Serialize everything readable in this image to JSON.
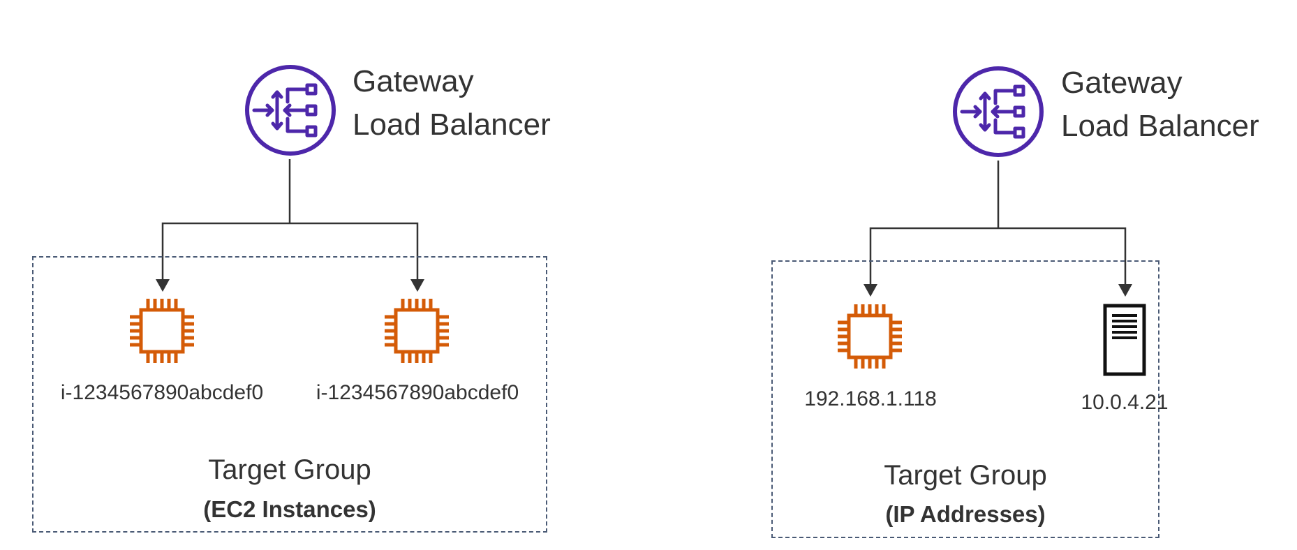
{
  "colors": {
    "load_balancer_icon": "#4d27aa",
    "ec2_icon": "#d45b07",
    "server_icon": "#111111",
    "box_border": "#4a5a75",
    "line": "#333333",
    "text": "#333333"
  },
  "diagrams": [
    {
      "load_balancer": {
        "line1": "Gateway",
        "line2": "Load Balancer",
        "icon": "gateway-load-balancer-icon"
      },
      "target_group": {
        "title": "Target Group",
        "subtitle": "(EC2 Instances)"
      },
      "targets": [
        {
          "icon": "ec2-instance-icon",
          "label": "i-1234567890abcdef0"
        },
        {
          "icon": "ec2-instance-icon",
          "label": "i-1234567890abcdef0"
        }
      ]
    },
    {
      "load_balancer": {
        "line1": "Gateway",
        "line2": "Load Balancer",
        "icon": "gateway-load-balancer-icon"
      },
      "target_group": {
        "title": "Target Group",
        "subtitle": "(IP Addresses)"
      },
      "targets": [
        {
          "icon": "ec2-instance-icon",
          "label": "192.168.1.118"
        },
        {
          "icon": "server-icon",
          "label": "10.0.4.21"
        }
      ]
    }
  ]
}
